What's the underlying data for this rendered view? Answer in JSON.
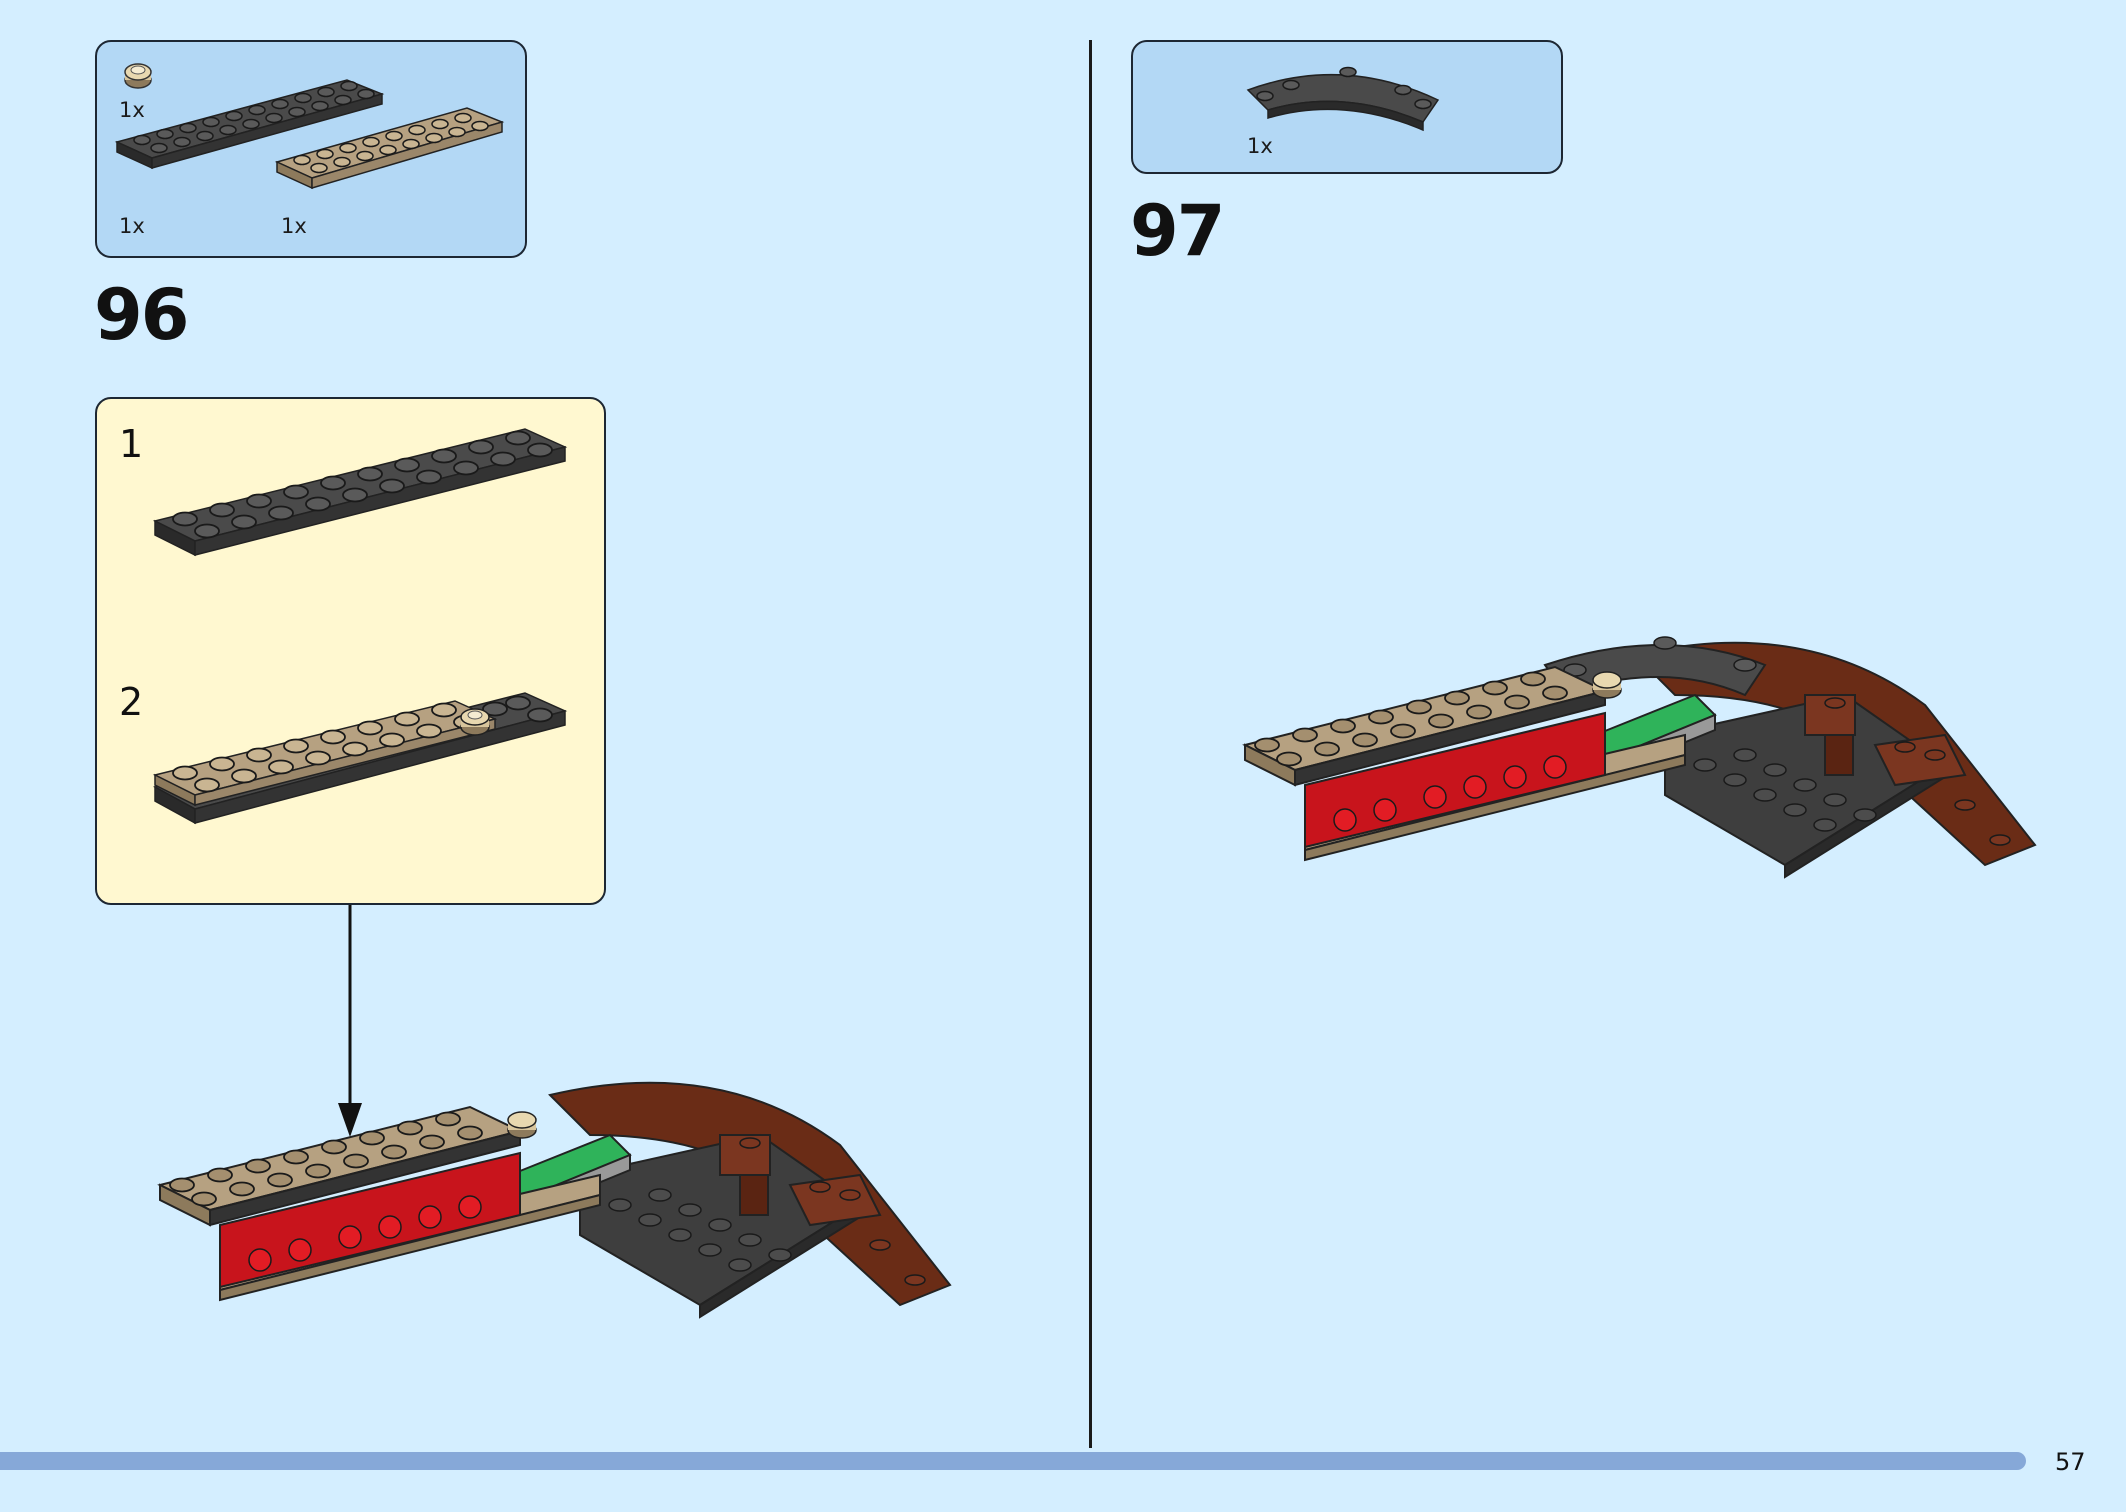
{
  "page": {
    "number": "57"
  },
  "step96": {
    "number": "96",
    "parts": [
      {
        "qty": "1x",
        "part": "tan-round-stud"
      },
      {
        "qty": "1x",
        "part": "black-plate-2x10"
      },
      {
        "qty": "1x",
        "part": "tan-plate-2x8"
      }
    ],
    "substeps": [
      {
        "number": "1"
      },
      {
        "number": "2"
      }
    ]
  },
  "step97": {
    "number": "97",
    "parts": [
      {
        "qty": "1x",
        "part": "black-curved-plate"
      }
    ]
  },
  "colors": {
    "background": "#d4eeff",
    "parts_box": "#b3d8f5",
    "subassembly_box": "#fff8d0",
    "progress_bar": "#86a8d8",
    "black_brick": "#3a3a3a",
    "tan_brick": "#a89578",
    "red_brick": "#c8141c",
    "brown_brick": "#6a2c16",
    "green_brick": "#2fb35a"
  }
}
